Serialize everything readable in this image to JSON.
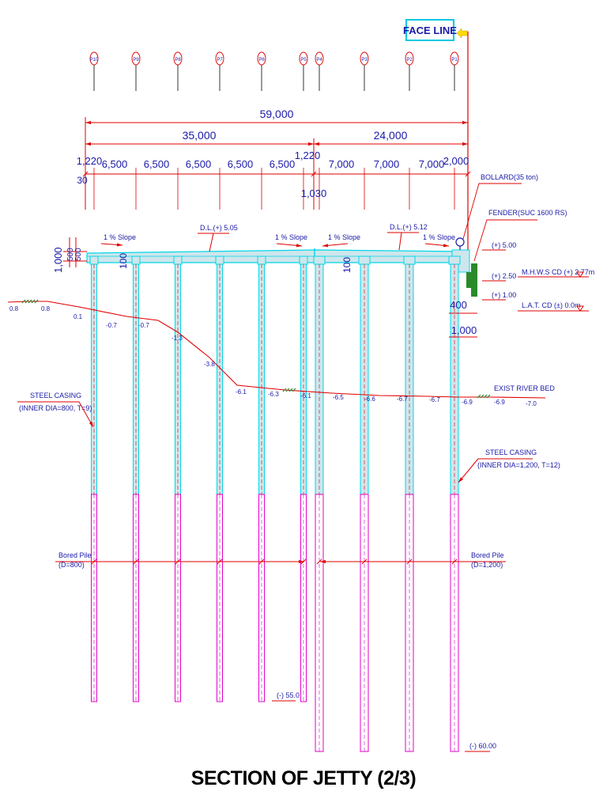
{
  "title": "SECTION OF JETTY (2/3)",
  "face_line": "FACE LINE",
  "pile_labels": [
    "P10",
    "P9",
    "P8",
    "P7",
    "P6",
    "P5",
    "P4",
    "P3",
    "P2",
    "P1"
  ],
  "dimensions": {
    "total": "59,000",
    "left_span": "35,000",
    "right_span": "24,000",
    "d_1220_left": "1,220",
    "d_30": "30",
    "d_1220_mid": "1,220",
    "d_1030": "1,030",
    "d_2000": "2,000",
    "spacing_6500": [
      "6,500",
      "6,500",
      "6,500",
      "6,500",
      "6,500"
    ],
    "spacing_7000": [
      "7,000",
      "7,000",
      "7,000"
    ],
    "d_400": "400",
    "d_1000_right": "1,000",
    "d_1000_deck": "1,000",
    "d_500a": "500",
    "d_500b": "500",
    "d_100a": "100",
    "d_100b": "100"
  },
  "deck": {
    "slopes": [
      "1 % Slope",
      "1 % Slope",
      "1 % Slope",
      "1 % Slope"
    ],
    "dl_left": "D.L.(+) 5.05",
    "dl_right": "D.L.(+) 5.12"
  },
  "labels": {
    "bollard": "BOLLARD(35 ton)",
    "fender": "FENDER(SUC 1600 RS)",
    "lvl_500": "(+) 5.00",
    "lvl_250": "(+) 2.50",
    "lvl_100": "(+) 1.00",
    "mhws": "M.H.W.S CD (+) 2.77m",
    "lat": "L.A.T. CD (±) 0.0m",
    "exist_river_bed": "EXIST RIVER BED",
    "steel_casing_left": "STEEL CASING",
    "steel_casing_left_spec": "(INNER DIA=800, T=9)",
    "steel_casing_right": "STEEL CASING",
    "steel_casing_right_spec": "(INNER DIA=1,200, T=12)",
    "bored_pile_left": "Bored Pile",
    "bored_pile_left_spec": "(D=800)",
    "bored_pile_right": "Bored Pile",
    "bored_pile_right_spec": "(D=1,200)",
    "tip_left": "(-) 55.0",
    "tip_right": "(-) 60.00"
  },
  "riverbed_levels": [
    "0.8",
    "0.8",
    "0.1",
    "-0.7",
    "-0.7",
    "-1.3",
    "-3.8",
    "-6.1",
    "-6.3",
    "-6.1",
    "-6.5",
    "-6.6",
    "-6.7",
    "-6.7",
    "-6.9",
    "-6.9",
    "-7.0"
  ],
  "colors": {
    "red": "#e00000",
    "blue": "#1a1aa8",
    "cyan": "#00d8e8",
    "magenta": "#e000c8",
    "fill": "#cfe6ec",
    "green": "#2a8a2a",
    "yellow": "#ffd800"
  }
}
